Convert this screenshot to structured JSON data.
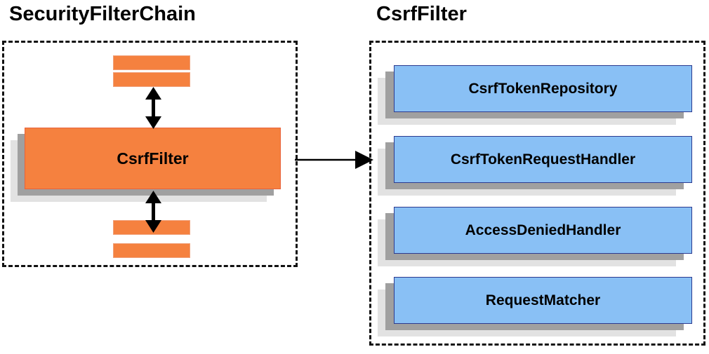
{
  "diagram": {
    "title_left": "SecurityFilterChain",
    "title_right": "CsrfFilter",
    "colors": {
      "orange_fill": "#f5813f",
      "orange_border": "#e8623a",
      "blue_fill": "#89c0f5",
      "blue_border": "#2b3a8f",
      "shadow_mid": "#a0a0a0",
      "shadow_far": "#e2e2e2",
      "panel_border": "#111111",
      "text": "#000000"
    }
  },
  "left_panel": {
    "title": "SecurityFilterChain",
    "main_node": {
      "label": "CsrfFilter"
    },
    "stubs_above": [
      {
        "label": ""
      },
      {
        "label": ""
      }
    ],
    "stubs_below": [
      {
        "label": ""
      },
      {
        "label": ""
      }
    ],
    "arrows": [
      {
        "name": "arrow-up-from-csrffilter",
        "kind": "double-headed-vertical"
      },
      {
        "name": "arrow-down-from-csrffilter",
        "kind": "double-headed-vertical"
      }
    ]
  },
  "connector": {
    "name": "csrffilter-to-detail-arrow",
    "kind": "single-headed-horizontal",
    "label": ""
  },
  "right_panel": {
    "title": "CsrfFilter",
    "collaborators": [
      {
        "label": "CsrfTokenRepository"
      },
      {
        "label": "CsrfTokenRequestHandler"
      },
      {
        "label": "AccessDeniedHandler"
      },
      {
        "label": "RequestMatcher"
      }
    ]
  }
}
